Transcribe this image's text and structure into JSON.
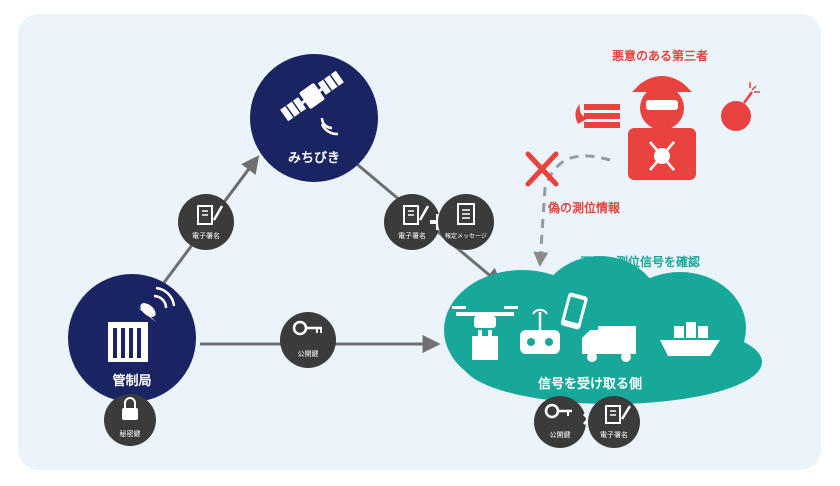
{
  "nodes": {
    "satellite": {
      "label": "みちびき"
    },
    "control": {
      "label": "管制局"
    },
    "receiver": {
      "label": "信号を受け取る側"
    }
  },
  "attacker": {
    "title": "悪意のある第三者",
    "fake_info": "偽の測位情報"
  },
  "confirm_text": "正しい測位信号を確認",
  "badges": {
    "sig_left": "電子署名",
    "sig_right": "電子署名",
    "report_message": "報定メッセージ",
    "public_key_mid": "公開鍵",
    "secret_key": "秘密鍵",
    "public_key_bottom": "公開鍵",
    "sig_bottom": "電子署名"
  },
  "colors": {
    "navy": "#1b2463",
    "teal": "#17a89a",
    "red": "#e8433f",
    "badge": "#3b3b3b",
    "arrow": "#6f6f6f",
    "panel": "#ecf4fb"
  }
}
